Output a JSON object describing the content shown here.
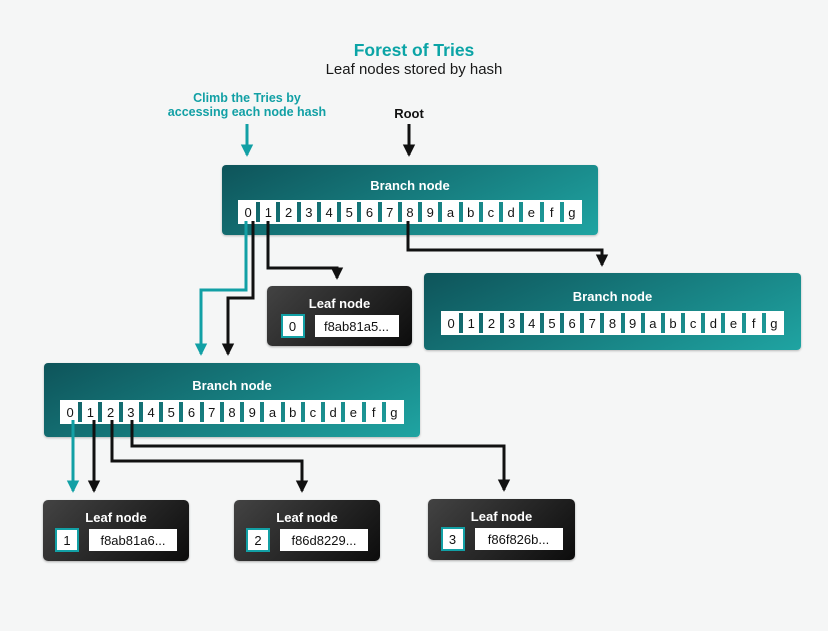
{
  "header": {
    "title": "Forest of Tries",
    "subtitle": "Leaf nodes stored by hash"
  },
  "annotations": {
    "climb_line1": "Climb the Tries by",
    "climb_line2": "accessing each node hash",
    "root_label": "Root"
  },
  "colors": {
    "accent_teal": "#12a0a5",
    "branch_gradient_dark": "#0e545a",
    "branch_gradient_light": "#1fa4a2",
    "leaf_gradient_dark": "#0c0c0c",
    "leaf_gradient_light": "#434343",
    "line_black": "#111111",
    "background": "#f5f6f6"
  },
  "branch_nodes": [
    {
      "id": "branch-root",
      "label": "Branch node",
      "cells": [
        "0",
        "1",
        "2",
        "3",
        "4",
        "5",
        "6",
        "7",
        "8",
        "9",
        "a",
        "b",
        "c",
        "d",
        "e",
        "f",
        "g"
      ]
    },
    {
      "id": "branch-right",
      "label": "Branch node",
      "cells": [
        "0",
        "1",
        "2",
        "3",
        "4",
        "5",
        "6",
        "7",
        "8",
        "9",
        "a",
        "b",
        "c",
        "d",
        "e",
        "f",
        "g"
      ]
    },
    {
      "id": "branch-left",
      "label": "Branch node",
      "cells": [
        "0",
        "1",
        "2",
        "3",
        "4",
        "5",
        "6",
        "7",
        "8",
        "9",
        "a",
        "b",
        "c",
        "d",
        "e",
        "f",
        "g"
      ]
    }
  ],
  "leaf_nodes": [
    {
      "label": "Leaf node",
      "index": "0",
      "hash": "f8ab81a5..."
    },
    {
      "label": "Leaf node",
      "index": "1",
      "hash": "f8ab81a6..."
    },
    {
      "label": "Leaf node",
      "index": "2",
      "hash": "f86d8229..."
    },
    {
      "label": "Leaf node",
      "index": "3",
      "hash": "f86f826b..."
    }
  ],
  "connections": [
    {
      "from": "climb-label",
      "to": "branch-root",
      "color": "teal"
    },
    {
      "from": "root-label",
      "to": "branch-root",
      "color": "black"
    },
    {
      "from": "branch-root.cell-0",
      "to": "branch-left",
      "color": "teal"
    },
    {
      "from": "branch-root.cell-0",
      "to": "branch-left",
      "color": "black"
    },
    {
      "from": "branch-root.cell-1",
      "to": "leaf-0",
      "color": "black"
    },
    {
      "from": "branch-root.cell-8",
      "to": "branch-right",
      "color": "black"
    },
    {
      "from": "branch-left.cell-0",
      "to": "leaf-1",
      "color": "teal"
    },
    {
      "from": "branch-left.cell-1",
      "to": "leaf-1",
      "color": "black"
    },
    {
      "from": "branch-left.cell-2",
      "to": "leaf-2",
      "color": "black"
    },
    {
      "from": "branch-left.cell-3",
      "to": "leaf-3",
      "color": "black"
    }
  ]
}
